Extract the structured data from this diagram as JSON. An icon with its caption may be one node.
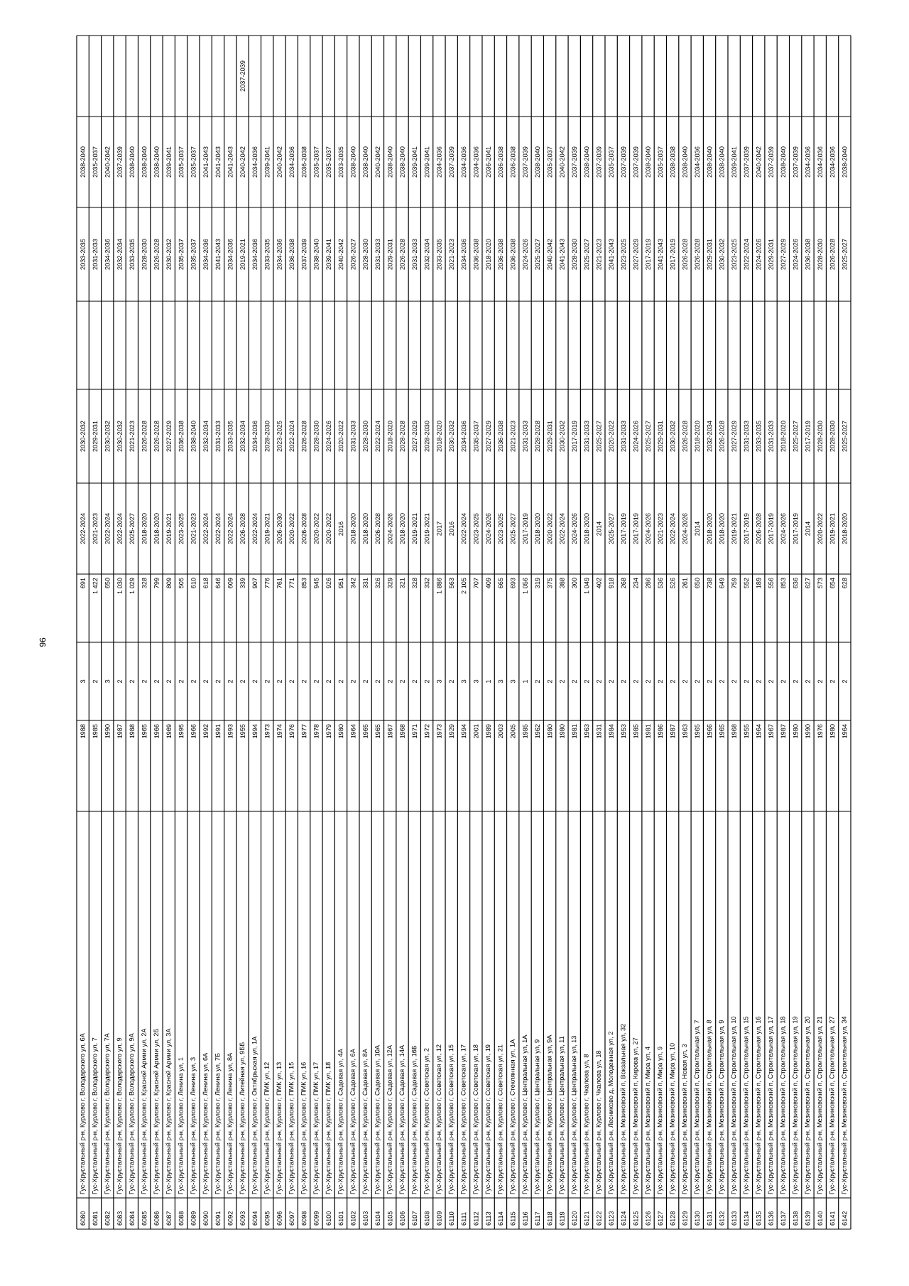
{
  "diagram": {
    "labels": [
      "96",
      "6080",
      "Гус-Хрустальный р-н, Курлово г, Володарского ул, 6А",
      "1988",
      "3",
      "691",
      "2022-2024",
      "2030-2032",
      "2033-2035",
      "2038-2040",
      "6081",
      "Гус-Хрустальный р-н, Курлово г, Володарского ул, 7",
      "1985",
      "2",
      "1 422",
      "2021-2023",
      "2029-2031",
      "2031-2033",
      "2035-2037",
      "6082",
      "Гус-Хрустальный р-н, Курлово г, Володарского ул, 7А",
      "1990",
      "3",
      "650",
      "2022-2024",
      "2030-2032",
      "2034-2036",
      "2040-2042",
      "6083",
      "Гус-Хрустальный р-н, Курлово г, Володарского ул, 9",
      "1987",
      "2",
      "1 030",
      "2022-2024",
      "2030-2032",
      "2032-2034",
      "2037-2039",
      "6084",
      "Гус-Хрустальный р-н, Курлово г, Володарского ул, 9А",
      "1988",
      "2",
      "1 029",
      "2025-2027",
      "2021-2023",
      "2033-2035",
      "2038-2040",
      "6085",
      "Гус-Хрустальный р-н, Курлово г, Красной Армии ул, 2А",
      "1965",
      "2",
      "328",
      "2018-2020",
      "2026-2028",
      "2028-2030",
      "2038-2040",
      "6086",
      "Гус-Хрустальный р-н, Курлово г, Красной Армии ул, 2Б",
      "1966",
      "2",
      "799",
      "2018-2020",
      "2026-2028",
      "2026-2028",
      "2038-2040",
      "6087",
      "Гус-Хрустальный р-н, Курлово г, Красной Армии ул, 3А",
      "1969",
      "2",
      "809",
      "2019-2021",
      "2027-2029",
      "2030-2032",
      "2039-2041",
      "6088",
      "Гус-Хрустальный р-н, Курлово г, Ленина ул, 1",
      "1995",
      "2",
      "505",
      "2023-2025",
      "2036-2038",
      "2035-2037",
      "2035-2037",
      "6089",
      "Гус-Хрустальный р-н, Курлово г, Ленина ул, 3",
      "1966",
      "2",
      "610",
      "2021-2023",
      "2038-2040",
      "2035-2037",
      "2035-2037",
      "6090",
      "Гус-Хрустальный р-н, Курлово г, Ленина ул, 6А",
      "1992",
      "2",
      "618",
      "2022-2024",
      "2032-2034",
      "2034-2036",
      "2041-2043",
      "6091",
      "Гус-Хрустальный р-н, Курлово г, Ленина ул, 7Б",
      "1991",
      "2",
      "646",
      "2022-2024",
      "2031-2033",
      "2041-2043",
      "2041-2043",
      "6092",
      "Гус-Хрустальный р-н, Курлово г, Ленина ул, 8А",
      "1993",
      "2",
      "609",
      "2022-2024",
      "2033-2035",
      "2034-2036",
      "2041-2043",
      "6093",
      "Гус-Хрустальный р-н, Курлово г, Литейная ул, 9ББ",
      "1955",
      "2",
      "339",
      "2026-2028",
      "2032-2034",
      "2019-2021",
      "2040-2042",
      "2037-2039",
      "6094",
      "Гус-Хрустальный р-н, Курлово г, Октябрьская ул, 1А",
      "1994",
      "2",
      "907",
      "2022-2024",
      "2034-2036",
      "2034-2036",
      "2034-2036",
      "6095",
      "Гус-Хрустальный р-н, Курлово г, ПМК ул, 12",
      "1973",
      "2",
      "776",
      "2019-2021",
      "2028-2030",
      "2033-2035",
      "2039-2041",
      "6096",
      "Гус-Хрустальный р-н, Курлово г, ПМК ул, 13",
      "1974",
      "2",
      "761",
      "2026-2030",
      "2023-2025",
      "2034-2036",
      "2040-2042",
      "6097",
      "Гус-Хрустальный р-н, Курлово г, ПМК ул, 15",
      "1976",
      "2",
      "771",
      "2020-2022",
      "2022-2024",
      "2036-2038",
      "2034-2036",
      "6098",
      "Гус-Хрустальный р-н, Курлово г, ПМК ул, 16",
      "1977",
      "2",
      "853",
      "2026-2028",
      "2026-2028",
      "2037-2039",
      "2036-2038",
      "6099",
      "Гус-Хрустальный р-н, Курлово г, ПМК ул, 17",
      "1978",
      "2",
      "945",
      "2020-2022",
      "2028-2030",
      "2038-2040",
      "2035-2037",
      "6100",
      "Гус-Хрустальный р-н, Курлово г, ПМК ул, 18",
      "1979",
      "2",
      "926",
      "2020-2022",
      "2024-2026",
      "2039-2041",
      "2035-2037",
      "6101",
      "Гус-Хрустальный р-н, Курлово г, Садовая ул, 4А",
      "1980",
      "2",
      "951",
      "2016",
      "2020-2022",
      "2040-2042",
      "2033-2035",
      "6102",
      "Гус-Хрустальный р-н, Курлово г, Садовая ул, 6А",
      "1964",
      "2",
      "342",
      "2018-2020",
      "2031-2033",
      "2026-2027",
      "2038-2040",
      "6103",
      "Гус-Хрустальный р-н, Курлово г, Садовая ул, 8А",
      "1965",
      "2",
      "331",
      "2018-2020",
      "2028-2030",
      "2028-2030",
      "2038-2040",
      "6104",
      "Гус-Хрустальный р-н, Курлово г, Садовая ул, 10А",
      "1965",
      "2",
      "326",
      "2026-2028",
      "2022-2024",
      "2031-2033",
      "2040-2042",
      "6105",
      "Гус-Хрустальный р-н, Курлово г, Садовая ул, 12А",
      "1967",
      "2",
      "329",
      "2024-2026",
      "2018-2020",
      "2029-2031",
      "2038-2040",
      "6106",
      "Гус-Хрустальный р-н, Курлово г, Садовая ул, 14А",
      "1968",
      "2",
      "321",
      "2018-2020",
      "2028-2028",
      "2026-2028",
      "2038-2040",
      "6107",
      "Гус-Хрустальный р-н, Курлово г, Садовая ул, 16Б",
      "1971",
      "2",
      "328",
      "2019-2021",
      "2027-2029",
      "2031-2033",
      "2039-2041",
      "6108",
      "Гус-Хрустальный р-н, Курлово г, Советская ул, 2",
      "1972",
      "2",
      "332",
      "2019-2021",
      "2028-2030",
      "2032-2034",
      "2039-2041",
      "6109",
      "Гус-Хрустальный р-н, Курлово г, Советская ул, 12",
      "1973",
      "3",
      "1 886",
      "2017",
      "2018-2020",
      "2033-2035",
      "2034-2036",
      "6110",
      "Гус-Хрустальный р-н, Курлово г, Советская ул, 15",
      "1929",
      "2",
      "563",
      "2016",
      "2030-2032",
      "2021-2023",
      "2037-2039",
      "6111",
      "Гус-Хрустальный р-н, Курлово г, Советская ул, 17",
      "1994",
      "3",
      "2 105",
      "2022-2024",
      "2034-2036",
      "2034-2036",
      "2034-2036",
      "6112",
      "Гус-Хрустальный р-н, Курлово г, Советская ул, 18",
      "2001",
      "3",
      "707",
      "2023-2025",
      "2035-2037",
      "2036-2038",
      "2034-2036",
      "6113",
      "Гус-Хрустальный р-н, Курлово г, Советская ул, 19",
      "1989",
      "1",
      "409",
      "2024-2026",
      "2027-2029",
      "2018-2020",
      "2036-2041",
      "6114",
      "Гус-Хрустальный р-н, Курлово г, Советская ул, 21",
      "2003",
      "3",
      "665",
      "2023-2025",
      "2036-2038",
      "2036-2038",
      "2036-2038",
      "6115",
      "Гус-Хрустальный р-н, Курлово г, Стеклянная ул, 1А",
      "2005",
      "3",
      "693",
      "2025-2027",
      "2021-2023",
      "2036-2038",
      "2036-2038",
      "6116",
      "Гус-Хрустальный р-н, Курлово г, Центральная ул, 1А",
      "1985",
      "1",
      "1 056",
      "2017-2019",
      "2031-2033",
      "2024-2026",
      "2037-2039",
      "6117",
      "Гус-Хрустальный р-н, Курлово г, Центральная ул, 9",
      "1962",
      "2",
      "319",
      "2018-2020",
      "2028-2028",
      "2025-2027",
      "2038-2040",
      "6118",
      "Гус-Хрустальный р-н, Курлово г, Центральная ул, 9А",
      "1980",
      "2",
      "375",
      "2020-2022",
      "2029-2031",
      "2040-2042",
      "2035-2037",
      "6119",
      "Гус-Хрустальный р-н, Курлово г, Центральная ул, 11",
      "1980",
      "2",
      "388",
      "2022-2024",
      "2030-2032",
      "2041-2043",
      "2040-2042",
      "6120",
      "Гус-Хрустальный р-н, Курлово г, Центральная ул, 13",
      "1981",
      "2",
      "300",
      "2024-2026",
      "2017-2019",
      "2028-2030",
      "2037-2039",
      "6121",
      "Гус-Хрустальный р-н, Курлово г, Чкалова ул, 8",
      "1963",
      "2",
      "1 049",
      "2018-2020",
      "2031-2033",
      "2025-2027",
      "2038-2040",
      "6122",
      "Гус-Хрустальный р-н, Курлово г, Чкалова ул, 18",
      "1931",
      "2",
      "402",
      "2014",
      "2025-2027",
      "2021-2023",
      "2037-2039",
      "6123",
      "Гус-Хрустальный р-н, Лесниково д, Молодежная ул, 2",
      "1984",
      "2",
      "918",
      "2025-2027",
      "2020-2022",
      "2041-2043",
      "2035-2037",
      "6124",
      "Гус-Хрустальный р-н, Мезиновский п, Вокзальная ул, 32",
      "1953",
      "2",
      "268",
      "2017-2019",
      "2031-2033",
      "2023-2025",
      "2037-2039",
      "6125",
      "Гус-Хрустальный р-н, Мезиновский п, Кирова ул, 27",
      "1985",
      "2",
      "234",
      "2017-2019",
      "2024-2026",
      "2027-2029",
      "2037-2039",
      "6126",
      "Гус-Хрустальный р-н, Мезиновский п, Мира ул, 4",
      "1981",
      "2",
      "286",
      "2024-2026",
      "2025-2027",
      "2017-2019",
      "2038-2040",
      "6127",
      "Гус-Хрустальный р-н, Мезиновский п, Мира ул, 9",
      "1986",
      "2",
      "536",
      "2021-2023",
      "2029-2031",
      "2041-2043",
      "2035-2037",
      "6128",
      "Гус-Хрустальный р-н, Мезиновский п, Мира ул, 10",
      "1987",
      "2",
      "526",
      "2022-2024",
      "2030-2032",
      "2017-2019",
      "2038-2038",
      "6129",
      "Гус-Хрустальный р-н, Мезиновский п, Новая ул, 3",
      "1963",
      "2",
      "261",
      "2024-2026",
      "2026-2028",
      "2026-2028",
      "2038-2040",
      "6130",
      "Гус-Хрустальный р-н, Мезиновский п, Строительная ул, 7",
      "1965",
      "2",
      "650",
      "2014",
      "2018-2020",
      "2026-2028",
      "2034-2036",
      "6131",
      "Гус-Хрустальный р-н, Мезиновский п, Строительная ул, 8",
      "1966",
      "2",
      "738",
      "2018-2020",
      "2032-2034",
      "2029-2031",
      "2038-2040",
      "6132",
      "Гус-Хрустальный р-н, Мезиновский п, Строительная ул, 9",
      "1965",
      "2",
      "649",
      "2018-2020",
      "2026-2028",
      "2030-2032",
      "2038-2040",
      "6133",
      "Гус-Хрустальный р-н, Мезиновский п, Строительная ул, 10",
      "1968",
      "2",
      "759",
      "2019-2021",
      "2027-2029",
      "2023-2025",
      "2039-2041",
      "6134",
      "Гус-Хрустальный р-н, Мезиновский п, Строительная ул, 15",
      "1955",
      "2",
      "552",
      "2017-2019",
      "2031-2033",
      "2022-2024",
      "2037-2039",
      "6135",
      "Гус-Хрустальный р-н, Мезиновский п, Строительная ул, 16",
      "1964",
      "2",
      "189",
      "2026-2028",
      "2033-2035",
      "2024-2026",
      "2040-2042",
      "6136",
      "Гус-Хрустальный р-н, Мезиновский п, Строительная ул, 17",
      "1967",
      "2",
      "556",
      "2017-2019",
      "2031-2033",
      "2029-2031",
      "2037-2039",
      "6137",
      "Гус-Хрустальный р-н, Мезиновский п, Строительная ул, 18",
      "1987",
      "2",
      "853",
      "2024-2026",
      "2018-2020",
      "2027-2029",
      "2038-2040",
      "6138",
      "Гус-Хрустальный р-н, Мезиновский п, Строительная ул, 19",
      "1980",
      "2",
      "636",
      "2017-2019",
      "2025-2027",
      "2024-2026",
      "2037-2039",
      "6139",
      "Гус-Хрустальный р-н, Мезиновский п, Строительная ул, 20",
      "1990",
      "2",
      "627",
      "2014",
      "2017-2019",
      "2036-2038",
      "2034-2036",
      "6140",
      "Гус-Хрустальный р-н, Мезиновский п, Строительная ул, 21",
      "1976",
      "2",
      "573",
      "2020-2022",
      "2028-2030",
      "2028-2030",
      "2034-2036",
      "6141",
      "Гус-Хрустальный р-н, Мезиновский п, Строительная ул, 27",
      "1980",
      "2",
      "654",
      "2019-2021",
      "2028-2030",
      "2026-2028",
      "2034-2036",
      "6142",
      "Гус-Хрустальный р-н, Мезиновский п, Строительная ул, 34",
      "1964",
      "2",
      "628",
      "2018-2020",
      "2025-2027",
      "2025-2027",
      "2038-2040"
    ]
  }
}
